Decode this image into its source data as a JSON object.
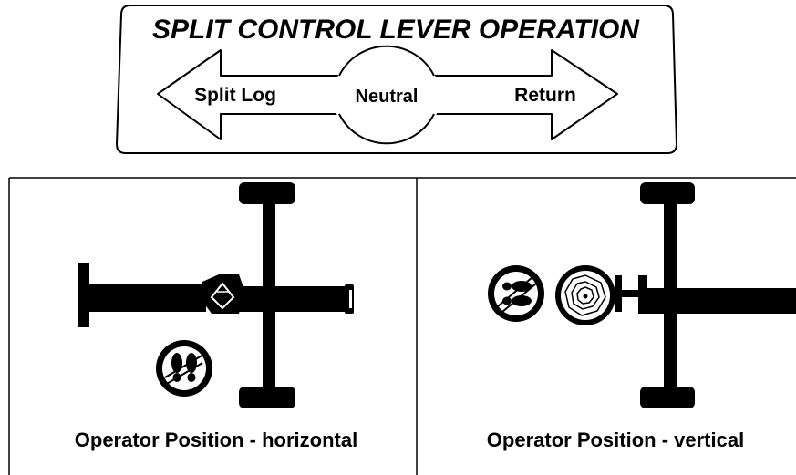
{
  "title": "SPLIT CONTROL LEVER OPERATION",
  "lever": {
    "left_label": "Split Log",
    "center_label": "Neutral",
    "right_label": "Return"
  },
  "panels": [
    {
      "caption": "Operator Position - horizontal"
    },
    {
      "caption": "Operator Position - vertical"
    }
  ],
  "colors": {
    "ink": "#000000",
    "background": "#ffffff"
  }
}
